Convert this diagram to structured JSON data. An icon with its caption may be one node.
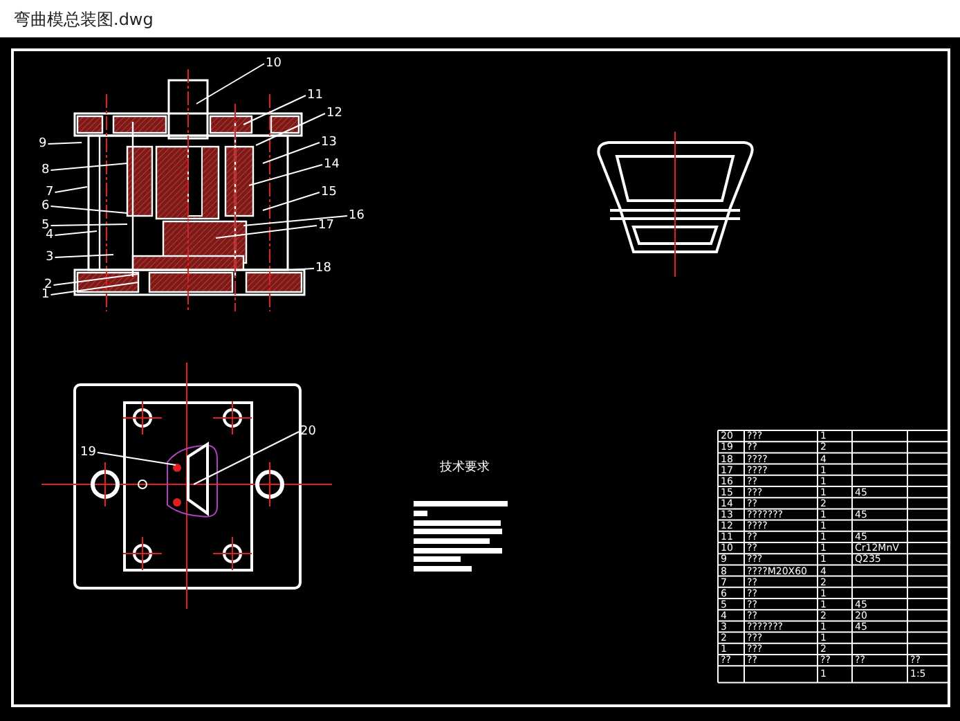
{
  "diagram": {
    "title": "弯曲模总装图.dwg",
    "nodes": [
      {
        "text": [
          "1"
        ]
      },
      {
        "text": [
          "2"
        ]
      },
      {
        "text": [
          "3"
        ]
      },
      {
        "text": [
          "4"
        ]
      },
      {
        "text": [
          "5"
        ]
      },
      {
        "text": [
          "6"
        ]
      },
      {
        "text": [
          "7"
        ]
      },
      {
        "text": [
          "8"
        ]
      },
      {
        "text": [
          "9"
        ]
      },
      {
        "text": [
          "10"
        ]
      },
      {
        "text": [
          "11"
        ]
      },
      {
        "text": [
          "12"
        ]
      },
      {
        "text": [
          "13"
        ]
      },
      {
        "text": [
          "14"
        ]
      },
      {
        "text": [
          "15"
        ]
      },
      {
        "text": [
          "16"
        ]
      },
      {
        "text": [
          "17"
        ]
      },
      {
        "text": [
          "18"
        ]
      },
      {
        "text": [
          "19"
        ]
      },
      {
        "text": [
          "20"
        ]
      }
    ],
    "edges": [
      {
        "from": 0,
        "to": null,
        "arrow": "none"
      },
      {
        "from": 1,
        "to": null,
        "arrow": "none"
      },
      {
        "from": 2,
        "to": null,
        "arrow": "none"
      },
      {
        "from": 3,
        "to": null,
        "arrow": "none"
      },
      {
        "from": 4,
        "to": null,
        "arrow": "none"
      },
      {
        "from": 5,
        "to": null,
        "arrow": "none"
      },
      {
        "from": 6,
        "to": null,
        "arrow": "none"
      },
      {
        "from": 7,
        "to": null,
        "arrow": "none"
      },
      {
        "from": 8,
        "to": null,
        "arrow": "none"
      },
      {
        "from": 9,
        "to": null,
        "arrow": "none"
      },
      {
        "from": 10,
        "to": null,
        "arrow": "none"
      },
      {
        "from": 11,
        "to": null,
        "arrow": "none"
      },
      {
        "from": 12,
        "to": null,
        "arrow": "none"
      },
      {
        "from": 13,
        "to": null,
        "arrow": "none"
      },
      {
        "from": 14,
        "to": null,
        "arrow": "none"
      },
      {
        "from": 15,
        "to": null,
        "arrow": "none"
      },
      {
        "from": 16,
        "to": null,
        "arrow": "none"
      },
      {
        "from": 17,
        "to": null,
        "arrow": "none"
      },
      {
        "from": 18,
        "to": null,
        "arrow": "none"
      },
      {
        "from": 19,
        "to": null,
        "arrow": "none"
      }
    ],
    "labels": [
      "技术要求",
      "20",
      "???",
      "1",
      "19",
      "??",
      "2",
      "18",
      "????",
      "4",
      "17",
      "????",
      "1",
      "16",
      "??",
      "1",
      "15",
      "???",
      "1",
      "45",
      "14",
      "??",
      "2",
      "13",
      "???????",
      "1",
      "45",
      "12",
      "????",
      "1",
      "11",
      "??",
      "1",
      "45",
      "10",
      "??",
      "1",
      "Cr12MnV",
      "9",
      "???",
      "1",
      "Q235",
      "8",
      "????M20X60",
      "4",
      "7",
      "??",
      "2",
      "6",
      "??",
      "1",
      "5",
      "??",
      "1",
      "45",
      "4",
      "??",
      "2",
      "20",
      "3",
      "???????",
      "1",
      "45",
      "2",
      "???",
      "1",
      "1",
      "???",
      "2",
      "??",
      "??",
      "??",
      "??",
      "??",
      "1",
      "1:5"
    ]
  }
}
